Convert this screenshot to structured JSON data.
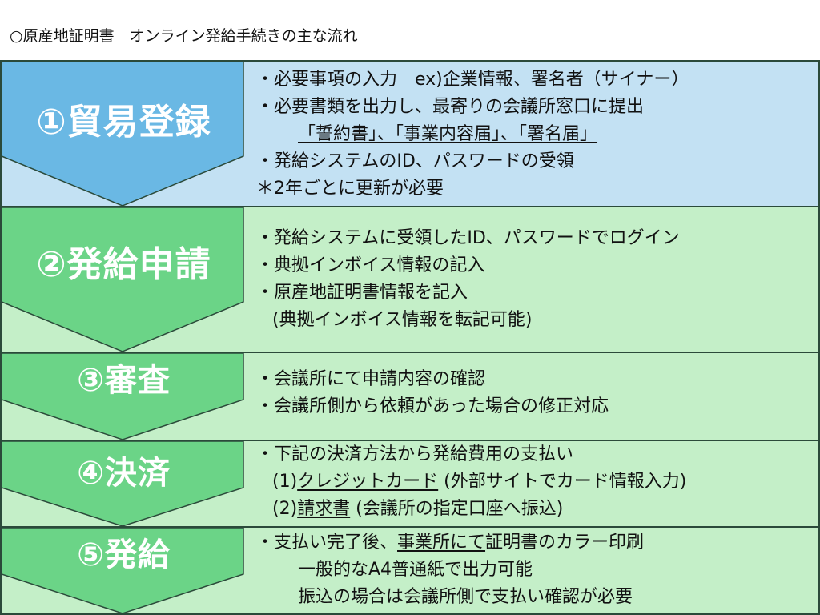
{
  "title": "○原産地証明書　オンライン発給手続きの主な流れ",
  "colors": {
    "step1_bg": "#c3e1f3",
    "step1_arrow": "#6ab8e4",
    "steps_bg": "#c4efc8",
    "steps_arrow": "#6bd487",
    "border": "#2b4a3a"
  },
  "steps": [
    {
      "label": "①貿易登録",
      "lines": [
        {
          "text": "・必要事項の入力　ex)企業情報、署名者（サイナー）"
        },
        {
          "text": "・必要書類を出力し、最寄りの会議所窓口に提出"
        },
        {
          "text": "「誓約書」、「事業内容届」、「署名届」"
        },
        {
          "text": "・発給システムのID、パスワードの受領"
        },
        {
          "text": "＊2年ごとに更新が必要"
        }
      ]
    },
    {
      "label": "②発給申請",
      "lines": [
        {
          "text": "・発給システムに受領したID、パスワードでログイン"
        },
        {
          "text": "・典拠インボイス情報の記入"
        },
        {
          "text": "・原産地証明書情報を記入"
        },
        {
          "text": "(典拠インボイス情報を転記可能)"
        }
      ]
    },
    {
      "label": "③審査",
      "lines": [
        {
          "text": "・会議所にて申請内容の確認"
        },
        {
          "text": "・会議所側から依頼があった場合の修正対応"
        }
      ]
    },
    {
      "label": "④決済",
      "lines": [
        {
          "text": "・下記の決済方法から発給費用の支払い"
        },
        {
          "prefix": "(1)",
          "link": "クレジットカード",
          "suffix": " (外部サイトでカード情報入力)"
        },
        {
          "prefix": "(2)",
          "link": "請求書",
          "suffix": " (会議所の指定口座へ振込)"
        }
      ]
    },
    {
      "label": "⑤発給",
      "lines": [
        {
          "prefix": "・支払い完了後、",
          "link": "事業所にて",
          "suffix": "証明書のカラー印刷"
        },
        {
          "text": "一般的なA4普通紙で出力可能"
        },
        {
          "text": "振込の場合は会議所側で支払い確認が必要"
        }
      ]
    }
  ]
}
